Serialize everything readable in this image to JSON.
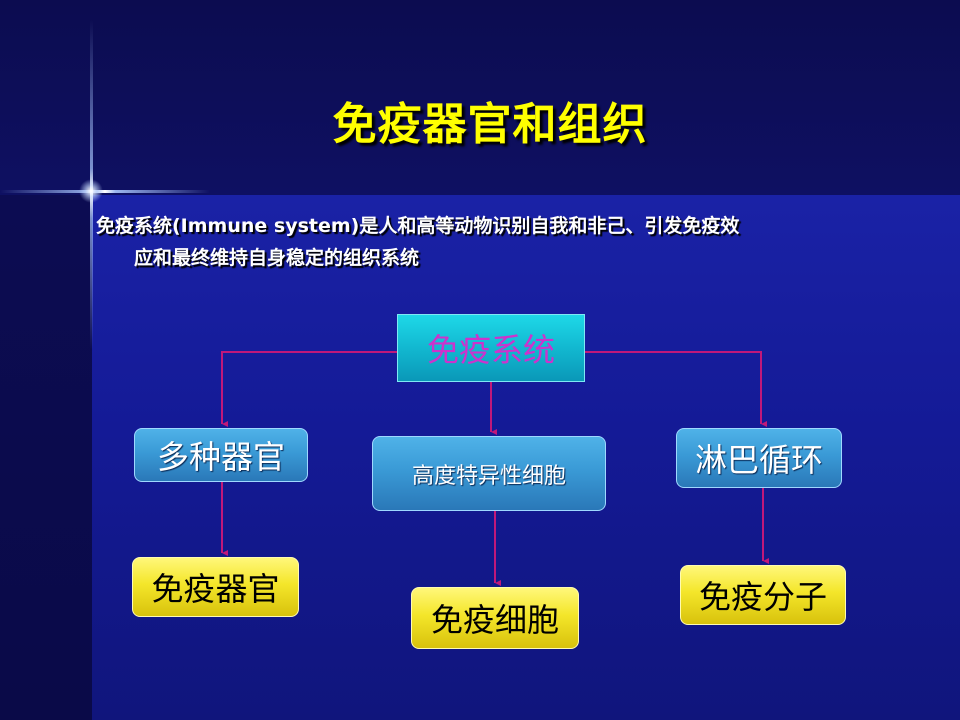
{
  "slide": {
    "title": "免疫器官和组织",
    "paragraph": {
      "line1": "免疫系统(Immune system)是人和高等动物识别自我和非己、引发免疫效",
      "line2": "应和最终维持自身稳定的组织系统"
    }
  },
  "diagram": {
    "root": "免疫系统",
    "level1": [
      "多种器官",
      "高度特异性细胞",
      "淋巴循环"
    ],
    "level2": [
      "免疫器官",
      "免疫细胞",
      "免疫分子"
    ]
  },
  "colors": {
    "title": "#ffff00",
    "connector": "#c0187a",
    "root_text": "#cc33cc",
    "blue_box": "#3a9ad6",
    "yellow_box": "#f4e62a"
  }
}
